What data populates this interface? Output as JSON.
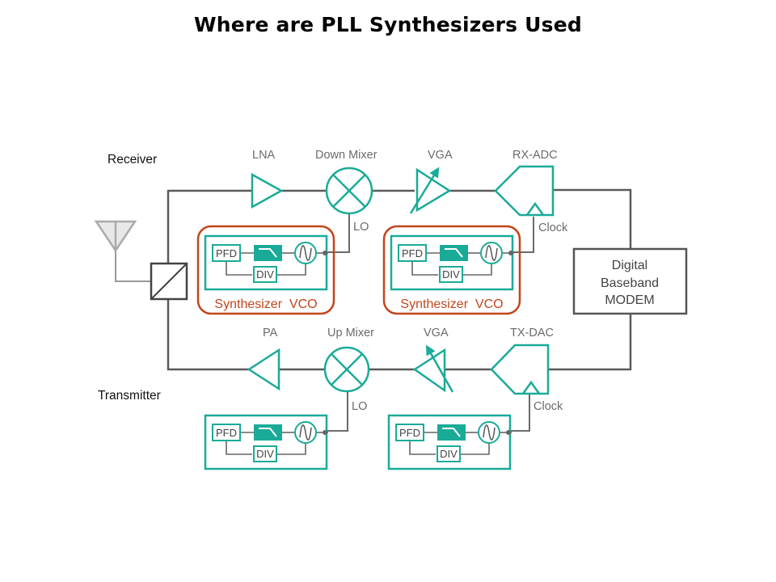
{
  "title": "Where are PLL Synthesizers Used",
  "colors": {
    "accent_teal": "#1aab98",
    "synth_border": "#c0461c",
    "wire": "#5a5a5a",
    "antenna": "#aaaaaa"
  },
  "receiver": {
    "section_label": "Receiver",
    "lna_label": "LNA",
    "mixer_label": "Down Mixer",
    "vga_label": "VGA",
    "adc_label": "RX-ADC",
    "lo_label": "LO",
    "clock_label": "Clock"
  },
  "transmitter": {
    "section_label": "Transmitter",
    "pa_label": "PA",
    "mixer_label": "Up Mixer",
    "vga_label": "VGA",
    "dac_label": "TX-DAC",
    "lo_label": "LO",
    "clock_label": "Clock"
  },
  "synth_block": {
    "pfd_label": "PFD",
    "div_label": "DIV",
    "caption": "Synthesizer  VCO"
  },
  "modem": {
    "line1": "Digital",
    "line2": "Baseband",
    "line3": "MODEM"
  }
}
